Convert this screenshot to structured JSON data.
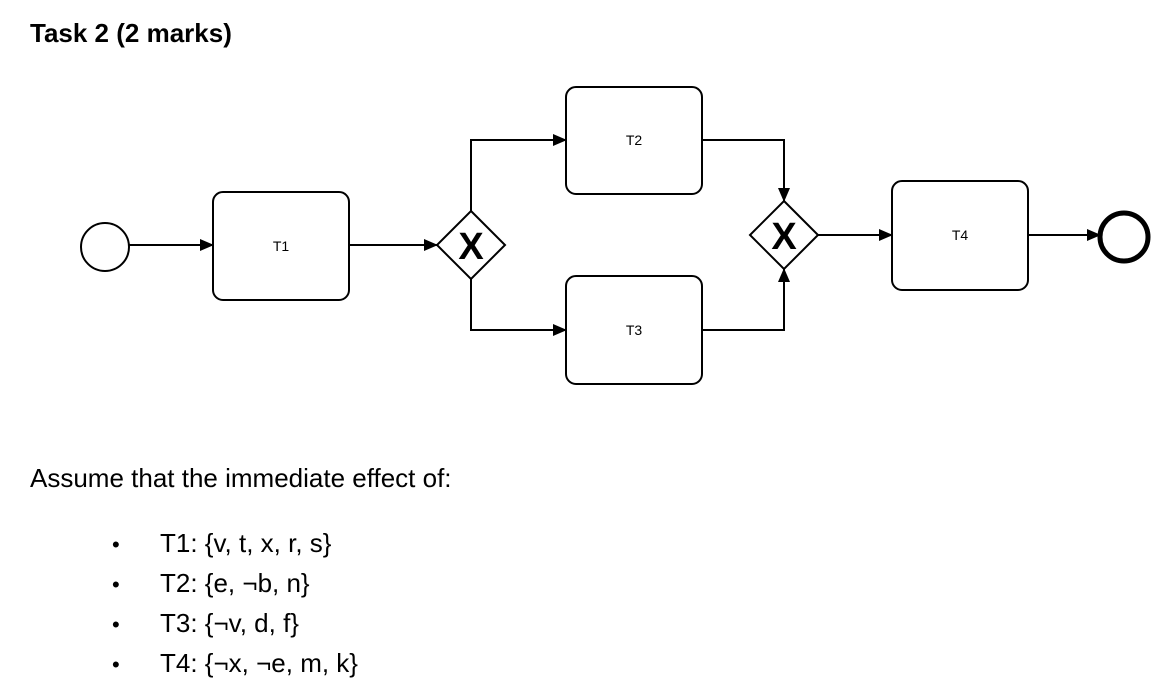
{
  "heading": "Task 2 (2 marks)",
  "diagram": {
    "tasks": {
      "t1": "T1",
      "t2": "T2",
      "t3": "T3",
      "t4": "T4"
    },
    "gateways": {
      "split": "X",
      "join": "X"
    }
  },
  "intro": "Assume that the immediate effect of:",
  "effects": [
    {
      "bullet": "•",
      "text": "T1: {v, t, x, r, s}"
    },
    {
      "bullet": "•",
      "text": "T2: {e, ¬b, n}"
    },
    {
      "bullet": "•",
      "text": "T3: {¬v, d, f}"
    },
    {
      "bullet": "•",
      "text": "T4: {¬x, ¬e, m, k}"
    }
  ]
}
